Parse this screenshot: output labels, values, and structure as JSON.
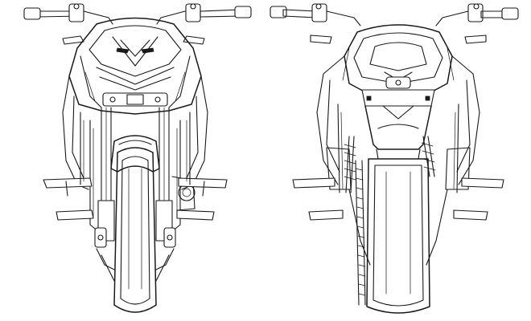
{
  "drawing": {
    "views": [
      {
        "id": "front",
        "kind": "motorcycle front view line drawing"
      },
      {
        "id": "rear",
        "kind": "motorcycle rear view line drawing"
      }
    ],
    "line_color": "#1a1a1a",
    "background": "#ffffff"
  }
}
